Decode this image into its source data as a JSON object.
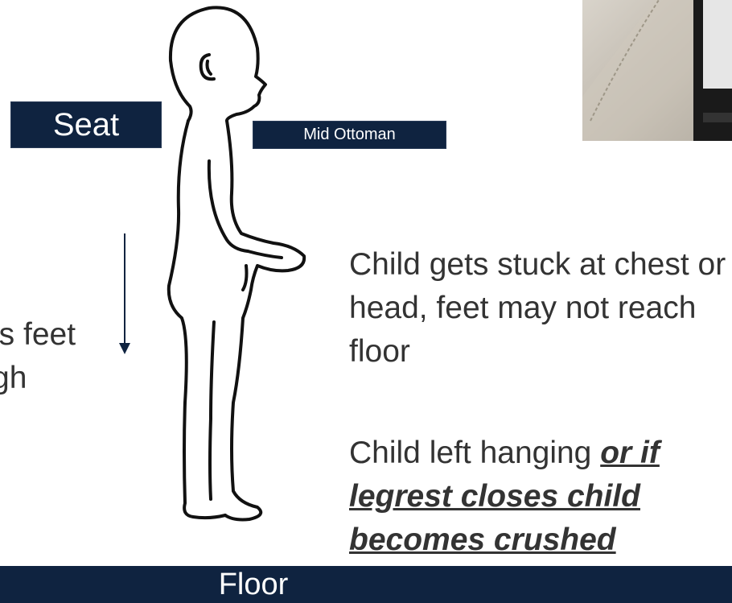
{
  "seat_label": "Seat",
  "ottoman_label": "Mid Ottoman",
  "floor_label": "Floor",
  "left_text": "ls feet\ngh",
  "main_text": "Child gets stuck at chest or head, feet may not reach floor",
  "warning": {
    "prefix": "Child left hanging ",
    "emphasis": "or if legrest closes child becomes crushed"
  },
  "colors": {
    "navy": "#0f2340",
    "text": "#333333"
  },
  "icons": [
    "child-figure-icon",
    "down-arrow-icon",
    "seat-photo"
  ]
}
